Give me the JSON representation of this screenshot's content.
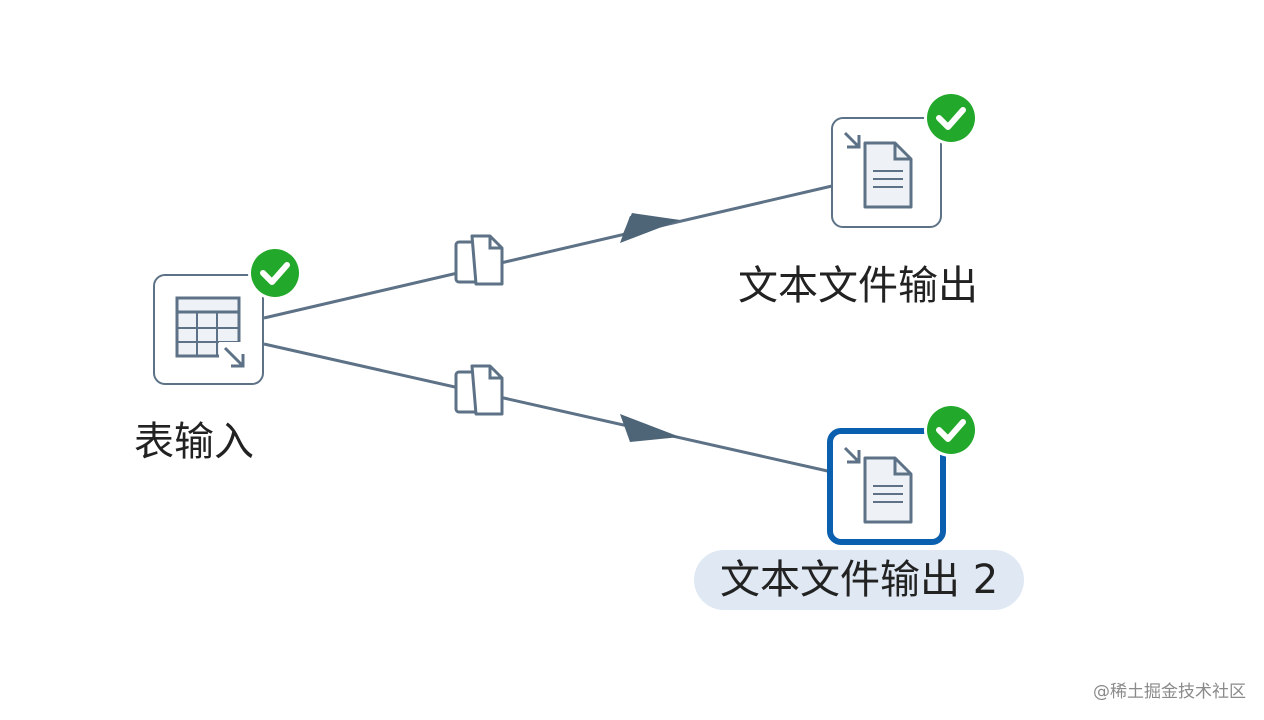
{
  "steps": {
    "table_input": {
      "label": "表输入",
      "status": "ok"
    },
    "text_output_1": {
      "label": "文本文件输出",
      "status": "ok"
    },
    "text_output_2": {
      "label": "文本文件输出 2",
      "status": "ok",
      "selected": true
    }
  },
  "hops": [
    {
      "from": "表输入",
      "to": "文本文件输出",
      "mode": "copy"
    },
    {
      "from": "表输入",
      "to": "文本文件输出 2",
      "mode": "copy"
    }
  ],
  "colors": {
    "hop_line": "#5d7286",
    "status_ok": "#22a82a",
    "selected_border": "#0a5fae",
    "selected_label_bg": "#dfe8f3"
  },
  "watermark": "@稀土掘金技术社区"
}
